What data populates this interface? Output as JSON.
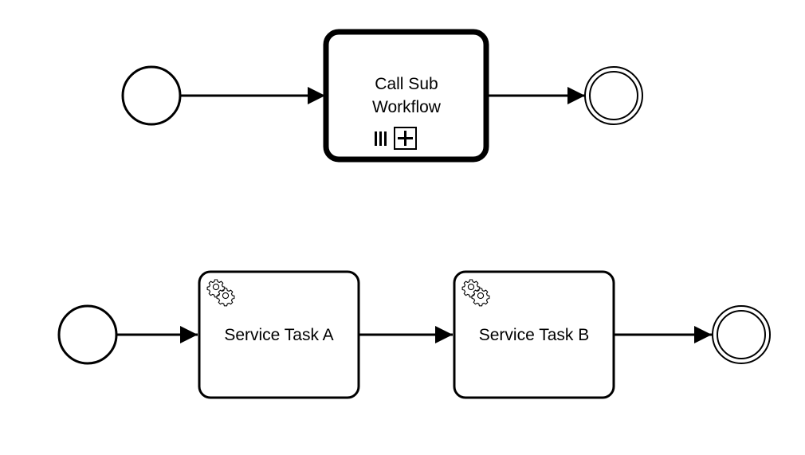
{
  "diagram": {
    "process_top": {
      "start_event": {
        "type": "start-event"
      },
      "call_activity": {
        "label_line1": "Call Sub",
        "label_line2": "Workflow",
        "markers": [
          "parallel-multi-instance-icon",
          "collapsed-subprocess-icon"
        ]
      },
      "end_event": {
        "type": "end-event"
      }
    },
    "process_bottom": {
      "start_event": {
        "type": "start-event"
      },
      "task_a": {
        "label": "Service Task A",
        "icon": "gears-icon"
      },
      "task_b": {
        "label": "Service Task B",
        "icon": "gears-icon"
      },
      "end_event": {
        "type": "end-event"
      }
    }
  },
  "colors": {
    "stroke": "#000000",
    "fill": "#ffffff"
  }
}
